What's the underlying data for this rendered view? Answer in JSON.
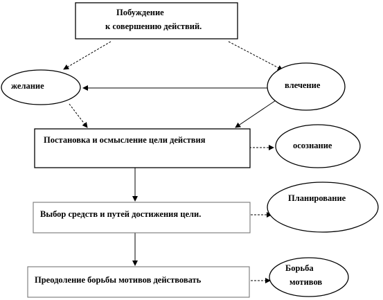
{
  "nodes": {
    "motivation": {
      "line1": "Побуждение",
      "line2": "к совершению действий."
    },
    "desire": {
      "label": "желание"
    },
    "attraction": {
      "label": "влечение"
    },
    "goal_setting": {
      "label": "Постановка и осмысление цели действия"
    },
    "awareness": {
      "label": "осознание"
    },
    "means_choice": {
      "label": "Выбор средств и путей достижения цели."
    },
    "planning": {
      "label": "Планирование"
    },
    "overcoming": {
      "label": "Преодоление борьбы мотивов действовать"
    },
    "struggle": {
      "line1": "Борьба",
      "line2": "мотивов"
    }
  },
  "edges": [
    {
      "from": "motivation",
      "to": "desire",
      "style": "dashed"
    },
    {
      "from": "motivation",
      "to": "attraction",
      "style": "dashed"
    },
    {
      "from": "attraction",
      "to": "desire",
      "style": "solid"
    },
    {
      "from": "desire",
      "to": "goal_setting",
      "style": "dashed"
    },
    {
      "from": "attraction",
      "to": "goal_setting",
      "style": "solid"
    },
    {
      "from": "goal_setting",
      "to": "awareness",
      "style": "dashed"
    },
    {
      "from": "goal_setting",
      "to": "means_choice",
      "style": "solid"
    },
    {
      "from": "means_choice",
      "to": "planning",
      "style": "dashed"
    },
    {
      "from": "means_choice",
      "to": "overcoming",
      "style": "solid"
    },
    {
      "from": "overcoming",
      "to": "struggle",
      "style": "dashed"
    }
  ]
}
